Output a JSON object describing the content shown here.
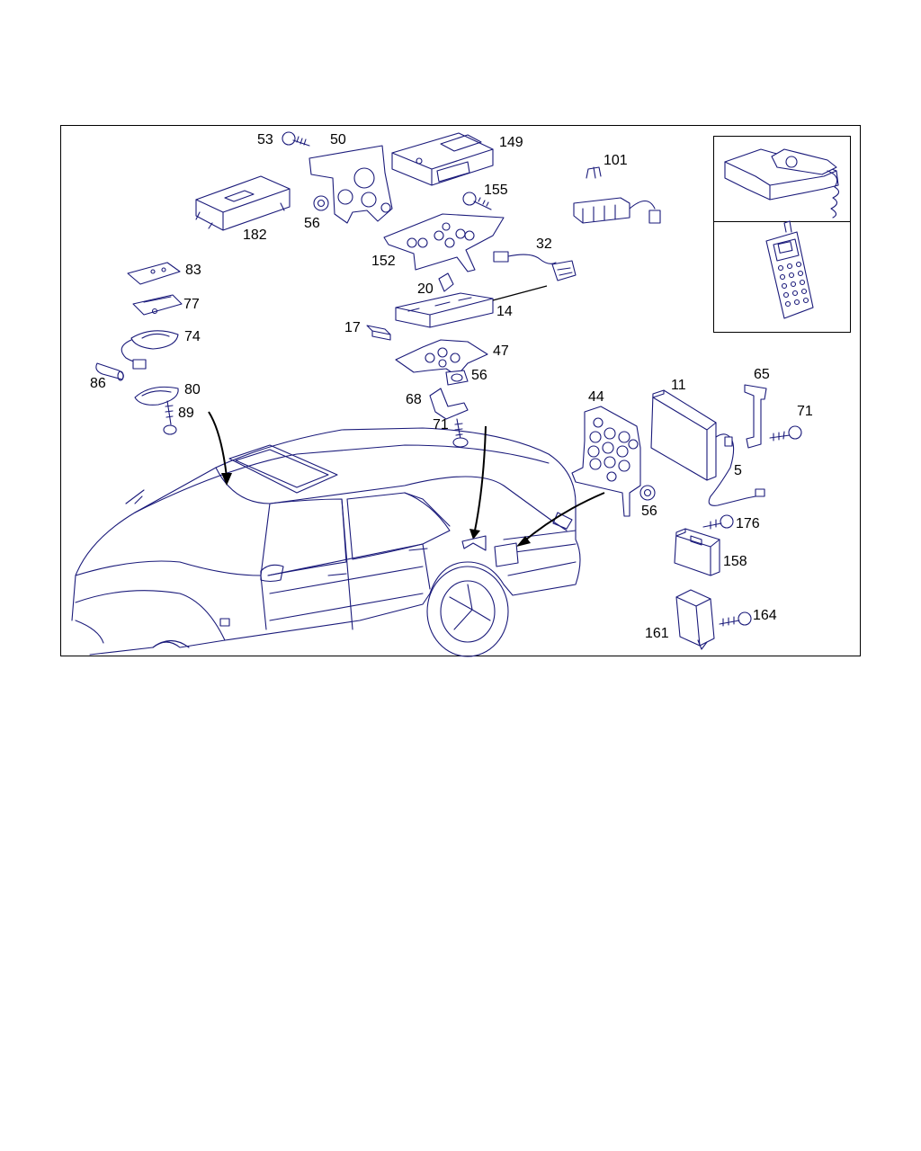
{
  "colors": {
    "line": "#1a1a7a",
    "frame": "#000000",
    "background": "#ffffff"
  },
  "parts": [
    {
      "id": "p53",
      "label": "53"
    },
    {
      "id": "p50",
      "label": "50"
    },
    {
      "id": "p149",
      "label": "149"
    },
    {
      "id": "p101",
      "label": "101"
    },
    {
      "id": "p182",
      "label": "182"
    },
    {
      "id": "p56a",
      "label": "56"
    },
    {
      "id": "p155",
      "label": "155"
    },
    {
      "id": "p152",
      "label": "152"
    },
    {
      "id": "p32",
      "label": "32"
    },
    {
      "id": "p83",
      "label": "83"
    },
    {
      "id": "p20",
      "label": "20"
    },
    {
      "id": "p14",
      "label": "14"
    },
    {
      "id": "p77",
      "label": "77"
    },
    {
      "id": "p74",
      "label": "74"
    },
    {
      "id": "p17",
      "label": "17"
    },
    {
      "id": "p47",
      "label": "47"
    },
    {
      "id": "p86",
      "label": "86"
    },
    {
      "id": "p56b",
      "label": "56"
    },
    {
      "id": "p80",
      "label": "80"
    },
    {
      "id": "p65",
      "label": "65"
    },
    {
      "id": "p11",
      "label": "11"
    },
    {
      "id": "p44",
      "label": "44"
    },
    {
      "id": "p68",
      "label": "68"
    },
    {
      "id": "p89",
      "label": "89"
    },
    {
      "id": "p71a",
      "label": "71"
    },
    {
      "id": "p71b",
      "label": "71"
    },
    {
      "id": "p5",
      "label": "5"
    },
    {
      "id": "p56c",
      "label": "56"
    },
    {
      "id": "p176",
      "label": "176"
    },
    {
      "id": "p158",
      "label": "158"
    },
    {
      "id": "p164",
      "label": "164"
    },
    {
      "id": "p161",
      "label": "161"
    }
  ]
}
